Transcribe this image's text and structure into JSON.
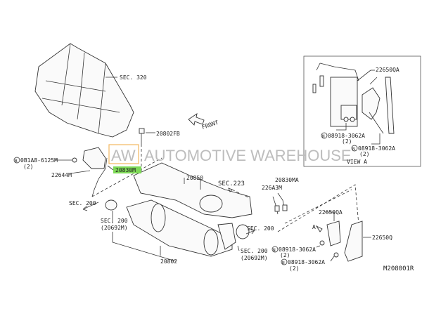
{
  "diagram": {
    "watermark": {
      "logo": "AW",
      "text": "AUTOMOTIVE WAREHOUSE"
    },
    "labels": {
      "sec320": "SEC. 320",
      "front": "FRONT",
      "p20802fb": "20802FB",
      "bolt": "0B1A8-6125M",
      "bolt_qty": "(2)",
      "bolt_mark": "B",
      "p22644m": "22644M",
      "p20830m": "20830M",
      "p20850": "20850",
      "sec223": "SEC.223",
      "p226a3m": "226A3M",
      "p20830ma": "20830MA",
      "sec200_left": "SEC. 200",
      "sec200_mid": "SEC. 200",
      "sec200_mid_sub": "(20692M)",
      "sec200_right": "SEC. 200",
      "sec200_low": "SEC. 200",
      "sec200_low_sub": "(20692M)",
      "p20802": "20802",
      "p22650qa": "22650QA",
      "view_a_arrow": "A",
      "p22650q": "22650Q",
      "nut1": "08918-3062A",
      "nut1_qty": "(2)",
      "nut2": "08918-3062A",
      "nut2_qty": "(2)",
      "nut_mark": "N",
      "diagram_code": "M208001R"
    },
    "view_a": {
      "title": "VIEW A",
      "p22650qa": "22650QA",
      "nut1": "08918-3062A",
      "nut1_qty": "(2)",
      "nut2": "08918-3062A",
      "nut2_qty": "(2)",
      "nut_mark": "N"
    },
    "colors": {
      "highlight": "#7ed957",
      "watermark": "#bdbdbd",
      "logo_box": "#f4b860",
      "line": "#333333"
    }
  }
}
